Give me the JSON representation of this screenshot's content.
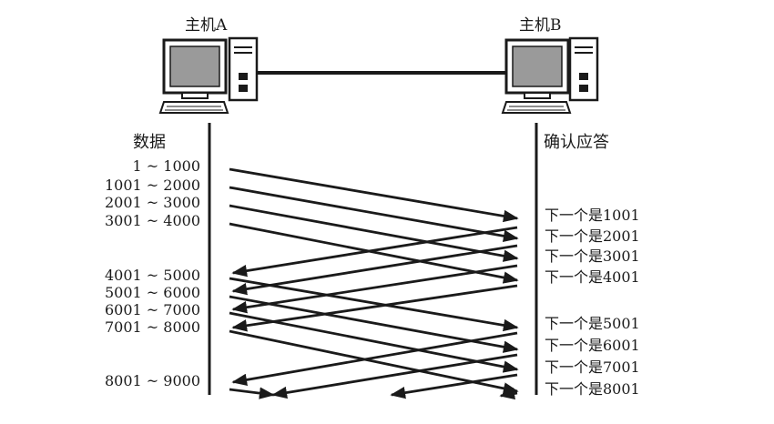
{
  "hosts": {
    "a_label": "主机A",
    "b_label": "主机B"
  },
  "columns": {
    "data_title": "数据",
    "ack_title": "确认应答"
  },
  "data_segments": [
    "1 ~ 1000",
    "1001 ~ 2000",
    "2001 ~ 3000",
    "3001 ~ 4000",
    "4001 ~ 5000",
    "5001 ~ 6000",
    "6001 ~ 7000",
    "7001 ~ 8000",
    "8001 ~ 9000"
  ],
  "acks": [
    "下一个是1001",
    "下一个是2001",
    "下一个是3001",
    "下一个是4001",
    "下一个是5001",
    "下一个是6001",
    "下一个是7001",
    "下一个是8001"
  ],
  "colors": {
    "ink": "#1a1a1a",
    "screen": "#9a9a9a"
  }
}
